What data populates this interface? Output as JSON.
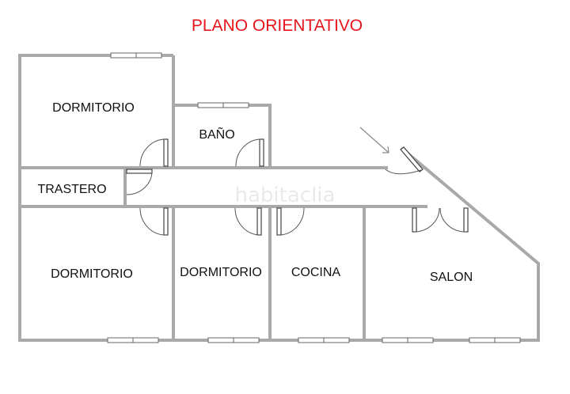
{
  "title": "PLANO ORIENTATIVO",
  "watermark": "habitaclia",
  "colors": {
    "title": "#e8141b",
    "wall": "#a9a9a9",
    "label": "#111111"
  },
  "rooms": {
    "dormitorio_top": "DORMITORIO",
    "bano": "BAÑO",
    "trastero": "TRASTERO",
    "dormitorio_bottom_left": "DORMITORIO",
    "dormitorio_bottom_mid": "DORMITORIO",
    "cocina": "COCINA",
    "salon": "SALON"
  }
}
